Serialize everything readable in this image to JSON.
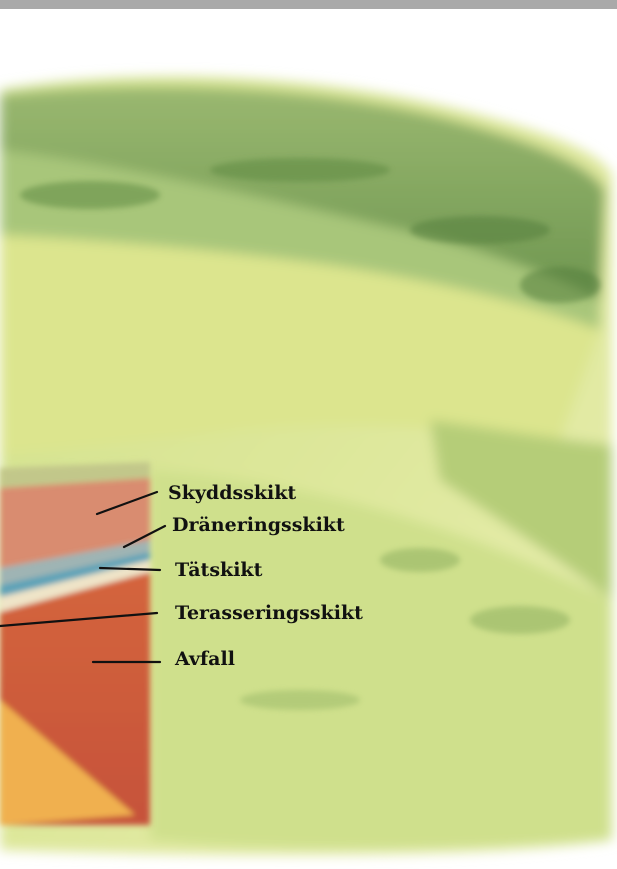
{
  "diagram": {
    "layers": [
      {
        "id": "skyddsskikt",
        "label": "Skyddsskikt"
      },
      {
        "id": "draneringsskikt",
        "label": "Dräneringsskikt"
      },
      {
        "id": "tatskikt",
        "label": "Tätskikt"
      },
      {
        "id": "terasseringsskikt",
        "label": "Terasseringsskikt"
      },
      {
        "id": "avfall",
        "label": "Avfall"
      }
    ]
  },
  "colors": {
    "frame_bar": "#a9a9a9",
    "grass_light": "#e6eaa0",
    "grass_mid": "#b9cc7a",
    "grass_dark": "#6f9a48",
    "protective_layer": "#d98c70",
    "drainage_layer": "#8fb0b8",
    "sealing_layer": "#5fa3b8",
    "terracing_layer": "#d8613a",
    "waste": "#f0b050",
    "label_text": "#111111"
  }
}
